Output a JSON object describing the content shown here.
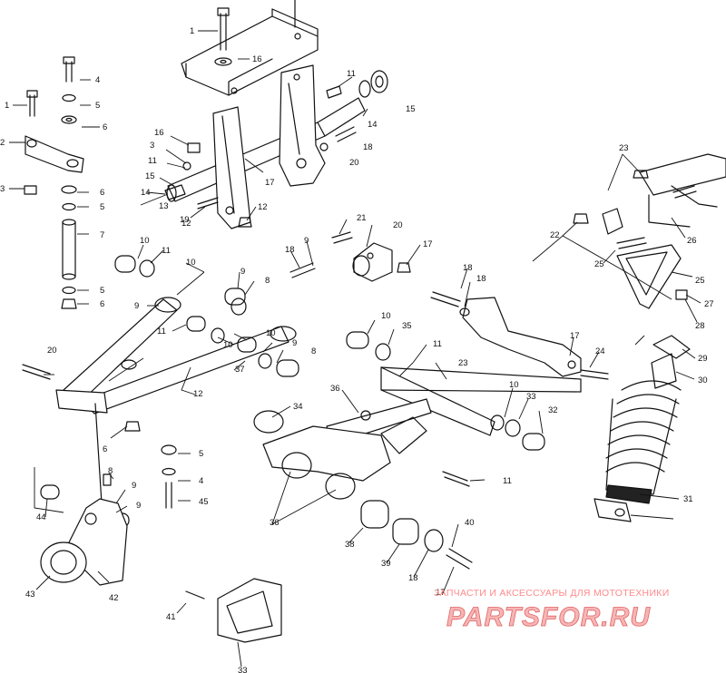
{
  "watermark": {
    "banner": "ЗАПЧАСТИ И АКСЕССУАРЫ ДЛЯ МОТОТЕХНИКИ",
    "logo": "PARTSFOR.RU",
    "color": "#e06666"
  },
  "callouts": [
    {
      "id": "c01",
      "label": "1"
    },
    {
      "id": "c02",
      "label": "16"
    },
    {
      "id": "c03",
      "label": "4"
    },
    {
      "id": "c04",
      "label": "5"
    },
    {
      "id": "c05",
      "label": "1"
    },
    {
      "id": "c06",
      "label": "6"
    },
    {
      "id": "c07",
      "label": "2"
    },
    {
      "id": "c08",
      "label": "3"
    },
    {
      "id": "c09",
      "label": "6"
    },
    {
      "id": "c10",
      "label": "5"
    },
    {
      "id": "c11",
      "label": "7"
    },
    {
      "id": "c12",
      "label": "5"
    },
    {
      "id": "c13",
      "label": "6"
    },
    {
      "id": "c14",
      "label": "11"
    },
    {
      "id": "c15",
      "label": "14"
    },
    {
      "id": "c16",
      "label": "15"
    },
    {
      "id": "c17",
      "label": "16"
    },
    {
      "id": "c18",
      "label": "3"
    },
    {
      "id": "c19",
      "label": "11"
    },
    {
      "id": "c20",
      "label": "15"
    },
    {
      "id": "c21",
      "label": "14"
    },
    {
      "id": "c22",
      "label": "13"
    },
    {
      "id": "c23",
      "label": "12"
    },
    {
      "id": "c24",
      "label": "19"
    },
    {
      "id": "c25",
      "label": "17"
    },
    {
      "id": "c26",
      "label": "18"
    },
    {
      "id": "c27",
      "label": "20"
    },
    {
      "id": "c28",
      "label": "12"
    },
    {
      "id": "c29",
      "label": "21"
    },
    {
      "id": "c30",
      "label": "20"
    },
    {
      "id": "c31",
      "label": "17"
    },
    {
      "id": "c32",
      "label": "18"
    },
    {
      "id": "c33",
      "label": "9"
    },
    {
      "id": "c34",
      "label": "10"
    },
    {
      "id": "c35",
      "label": "11"
    },
    {
      "id": "c36",
      "label": "10"
    },
    {
      "id": "c37",
      "label": "9"
    },
    {
      "id": "c38",
      "label": "8"
    },
    {
      "id": "c39",
      "label": "9"
    },
    {
      "id": "c40",
      "label": "11"
    },
    {
      "id": "c41",
      "label": "10"
    },
    {
      "id": "c42",
      "label": "10"
    },
    {
      "id": "c43",
      "label": "9"
    },
    {
      "id": "c44",
      "label": "8"
    },
    {
      "id": "c45",
      "label": "37"
    },
    {
      "id": "c46",
      "label": "12"
    },
    {
      "id": "c47",
      "label": "20"
    },
    {
      "id": "c48",
      "label": "6"
    },
    {
      "id": "c49",
      "label": "5"
    },
    {
      "id": "c50",
      "label": "4"
    },
    {
      "id": "c51",
      "label": "45"
    },
    {
      "id": "c52",
      "label": "8"
    },
    {
      "id": "c53",
      "label": "9"
    },
    {
      "id": "c54",
      "label": "9"
    },
    {
      "id": "c55",
      "label": "44"
    },
    {
      "id": "c56",
      "label": "43"
    },
    {
      "id": "c57",
      "label": "42"
    },
    {
      "id": "c58",
      "label": "41"
    },
    {
      "id": "c59",
      "label": "33"
    },
    {
      "id": "c60",
      "label": "10"
    },
    {
      "id": "c61",
      "label": "35"
    },
    {
      "id": "c62",
      "label": "11"
    },
    {
      "id": "c63",
      "label": "23"
    },
    {
      "id": "c64",
      "label": "36"
    },
    {
      "id": "c65",
      "label": "34"
    },
    {
      "id": "c66",
      "label": "10"
    },
    {
      "id": "c67",
      "label": "33"
    },
    {
      "id": "c68",
      "label": "32"
    },
    {
      "id": "c69",
      "label": "11"
    },
    {
      "id": "c70",
      "label": "36"
    },
    {
      "id": "c71",
      "label": "38"
    },
    {
      "id": "c72",
      "label": "39"
    },
    {
      "id": "c73",
      "label": "18"
    },
    {
      "id": "c74",
      "label": "40"
    },
    {
      "id": "c75",
      "label": "17"
    },
    {
      "id": "c76",
      "label": "18"
    },
    {
      "id": "c77",
      "label": "18"
    },
    {
      "id": "c78",
      "label": "17"
    },
    {
      "id": "c79",
      "label": "24"
    },
    {
      "id": "c80",
      "label": "23"
    },
    {
      "id": "c81",
      "label": "22"
    },
    {
      "id": "c82",
      "label": "25"
    },
    {
      "id": "c83",
      "label": "26"
    },
    {
      "id": "c84",
      "label": "25"
    },
    {
      "id": "c85",
      "label": "27"
    },
    {
      "id": "c86",
      "label": "28"
    },
    {
      "id": "c87",
      "label": "29"
    },
    {
      "id": "c88",
      "label": "30"
    },
    {
      "id": "c89",
      "label": "31"
    }
  ]
}
